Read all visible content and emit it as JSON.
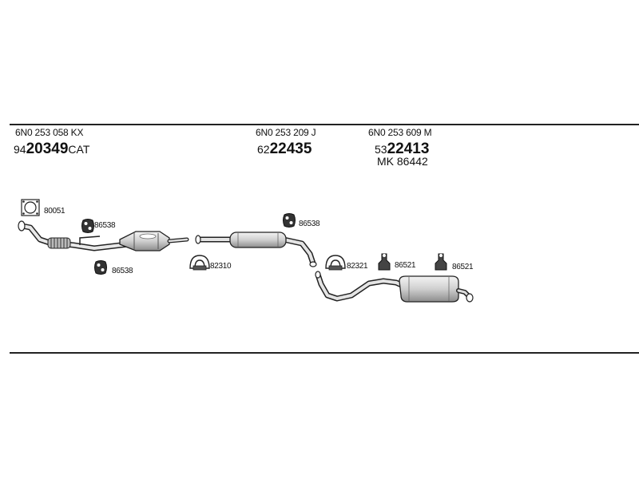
{
  "parts": [
    {
      "oe_number": "6N0 253 058 KX",
      "prefix": "94",
      "article": "20349",
      "suffix": "CAT"
    },
    {
      "oe_number": "6N0 253 209 J",
      "prefix": "62",
      "article": "22435",
      "suffix": ""
    },
    {
      "oe_number": "6N0 253 609 M",
      "prefix": "53",
      "article": "22413",
      "suffix": "",
      "extra": "MK  86442"
    }
  ],
  "fittings": {
    "gasket": "80051",
    "rubber_1": "86538",
    "rubber_2": "86538",
    "rubber_3": "86538",
    "clamp_1": "82310",
    "clamp_2": "82321",
    "mount_1": "86521",
    "mount_2": "86521"
  },
  "colors": {
    "line": "#222222",
    "part_fill": "#e6e6e6",
    "part_dark": "#777777"
  }
}
